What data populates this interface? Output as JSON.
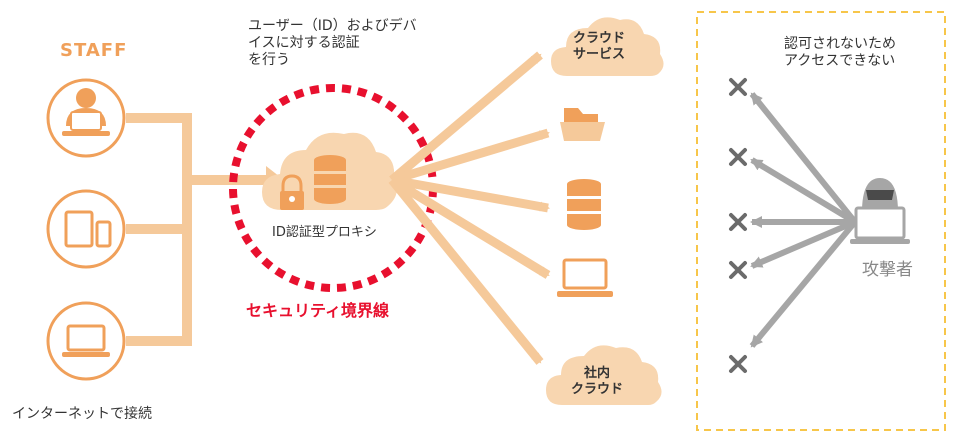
{
  "staff": {
    "title": "STAFF"
  },
  "identity_note": {
    "lines": [
      "ユーザー（ID）およびデバイスに対する認証",
      "を行う"
    ]
  },
  "proxy": {
    "label": "ID認証型プロキシ"
  },
  "perimeter": {
    "label": "セキュリティ境界線"
  },
  "destinations": {
    "cloud_service": {
      "label_lines": [
        "クラウド",
        "サービス"
      ]
    },
    "internal_cloud": {
      "label_lines": [
        "社内",
        "クラウド"
      ]
    }
  },
  "denied": {
    "lines": [
      "認可されないため",
      "アクセスできない"
    ]
  },
  "attacker": {
    "label": "攻撃者"
  },
  "connection": {
    "label": "インターネットで接続"
  },
  "colors": {
    "orange": "#f5c99a",
    "orange_dark": "#f0a05a",
    "perimeter": "#e8102e",
    "gray": "#a6a6a6",
    "x_mark": "#6b6b6b",
    "attack_box": "#f7c64a"
  },
  "icons": [
    "user-laptop-icon",
    "tablet-phone-icon",
    "laptop-icon",
    "cloud-database-icon",
    "lock-icon",
    "folder-icon",
    "database-icon",
    "hacker-icon",
    "x-icon"
  ]
}
